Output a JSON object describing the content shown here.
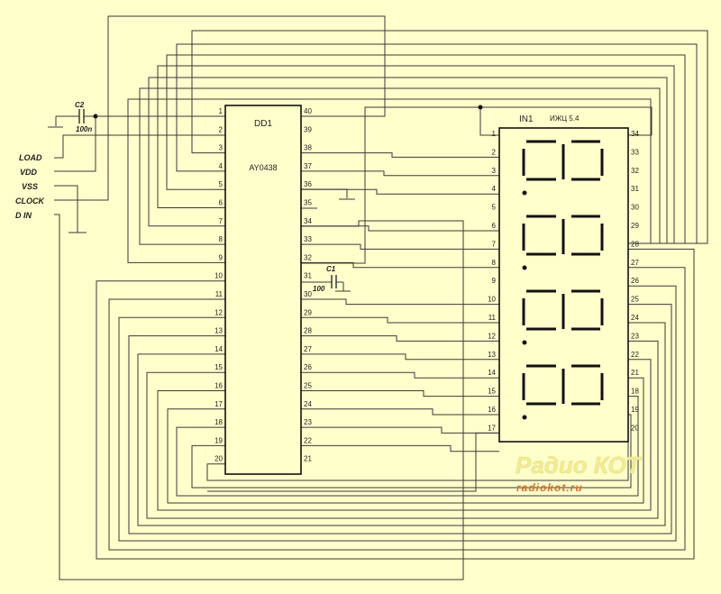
{
  "chip": {
    "ref": "DD1",
    "part": "AY0438",
    "left_pins": [
      "1",
      "2",
      "3",
      "4",
      "5",
      "6",
      "7",
      "8",
      "9",
      "10",
      "11",
      "12",
      "13",
      "14",
      "15",
      "16",
      "17",
      "18",
      "19",
      "20"
    ],
    "right_pins": [
      "40",
      "39",
      "38",
      "37",
      "36",
      "35",
      "34",
      "33",
      "32",
      "31",
      "30",
      "29",
      "28",
      "27",
      "26",
      "25",
      "24",
      "23",
      "22",
      "21"
    ]
  },
  "display": {
    "ref": "IN1",
    "part": "ИЖЦ 5.4",
    "left_pins": [
      "1",
      "2",
      "3",
      "4",
      "5",
      "6",
      "7",
      "8",
      "9",
      "10",
      "11",
      "12",
      "13",
      "14",
      "15",
      "16",
      "17"
    ],
    "right_pins": [
      "34",
      "33",
      "32",
      "31",
      "30",
      "29",
      "28",
      "27",
      "26",
      "25",
      "24",
      "23",
      "22",
      "21",
      "18",
      "19",
      "20"
    ],
    "digits": 4
  },
  "capacitors": {
    "c2": {
      "ref": "C2",
      "value": "100n"
    },
    "c1": {
      "ref": "C1",
      "value": "100"
    }
  },
  "signals": [
    "LOAD",
    "VDD",
    "VSS",
    "CLOCK",
    "D IN"
  ],
  "watermark": {
    "line1": "Радио КОТ",
    "line2": "radiokot.ru"
  }
}
